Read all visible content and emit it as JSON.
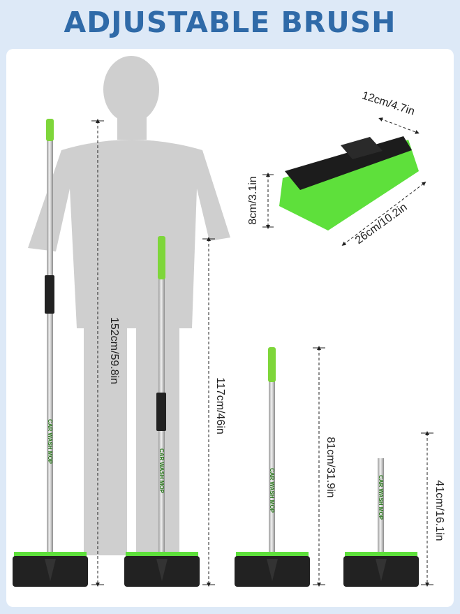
{
  "header": {
    "title": "ADJUSTABLE BRUSH"
  },
  "brush_head": {
    "width_label": "12cm/4.7in",
    "height_label": "8cm/3.1in",
    "length_label": "26cm/10.2in"
  },
  "lengths": [
    {
      "label": "152cm/59.8in"
    },
    {
      "label": "117cm/46in"
    },
    {
      "label": "81cm/31.9in"
    },
    {
      "label": "41cm/16.1in"
    }
  ],
  "handle_text": "CAR WASH MOP",
  "colors": {
    "title": "#2f6aa8",
    "background": "#dde9f7",
    "bristle_green": "#5ee03b",
    "handle_green": "#7ed63a",
    "pad_black": "#222222",
    "silhouette": "#cfcfcf"
  }
}
